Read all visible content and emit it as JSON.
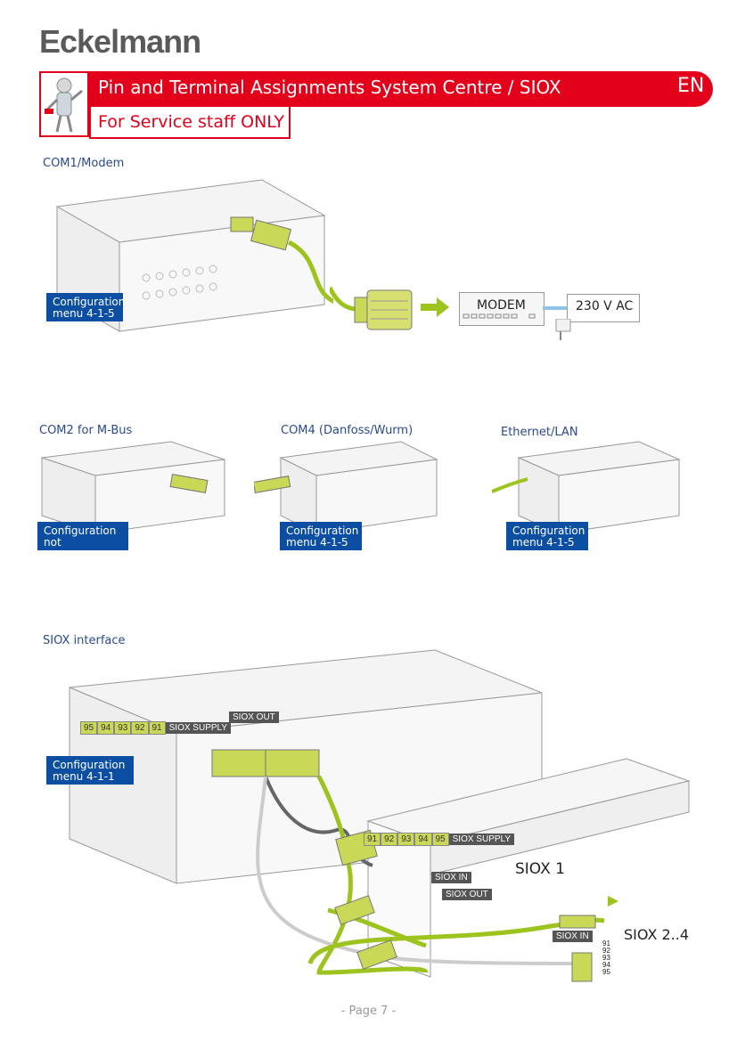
{
  "header": {
    "logo": "Eckelmann",
    "title": "Pin and Terminal Assignments System Centre / SIOX",
    "lang": "EN",
    "subtitle": "For Service staff ONLY"
  },
  "sections": {
    "com1": {
      "label": "COM1/Modem",
      "config": [
        "Configuration",
        "menu 4-1-5"
      ],
      "modem": "MODEM",
      "power": "230 V AC"
    },
    "com2": {
      "label": "COM2 for M-Bus",
      "config": [
        "Configuration",
        "not neccessary."
      ]
    },
    "com4": {
      "label": "COM4 (Danfoss/Wurm)",
      "config": [
        "Configuration",
        "menu 4-1-5"
      ]
    },
    "lan": {
      "label": "Ethernet/LAN",
      "config": [
        "Configuration",
        "menu 4-1-5"
      ]
    },
    "siox": {
      "label": "SIOX interface",
      "config": [
        "Configuration",
        "menu 4-1-1"
      ],
      "supply_pins_left": [
        "95",
        "94",
        "93",
        "92",
        "91"
      ],
      "supply_label": "SIOX SUPPLY",
      "siox_out": "SIOX OUT",
      "supply_pins_right": [
        "91",
        "92",
        "93",
        "94",
        "95"
      ],
      "siox_in": "SIOX IN",
      "siox1": "SIOX 1",
      "siox_in_2": "SIOX IN",
      "siox_2_4": "SIOX 2..4",
      "pin_list": [
        "91",
        "92",
        "93",
        "94",
        "95"
      ]
    }
  },
  "footer": {
    "page": "- Page 7 -"
  },
  "colors": {
    "red": "#e2001a",
    "blue": "#0b4ea2",
    "lime": "#9cc31e"
  }
}
